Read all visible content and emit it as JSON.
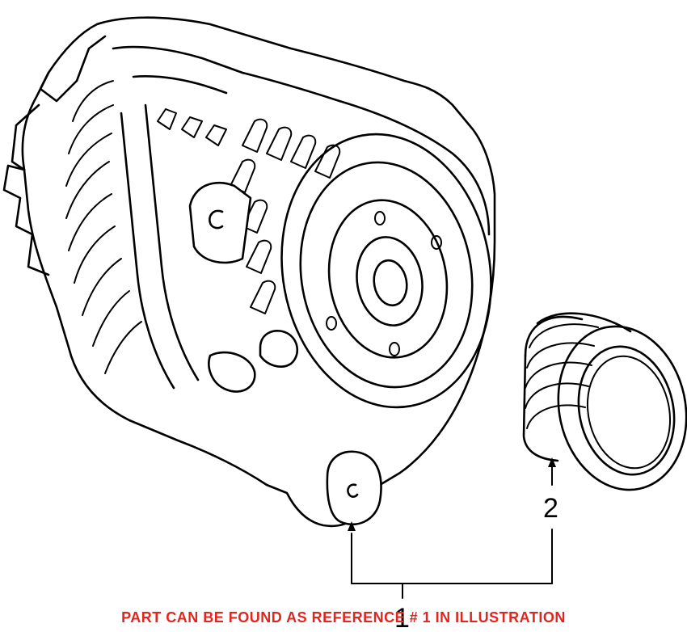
{
  "diagram": {
    "callouts": [
      {
        "id": "1",
        "label": "1"
      },
      {
        "id": "2",
        "label": "2"
      }
    ]
  },
  "footer": {
    "note": "PART CAN BE FOUND AS REFERENCE # 1 IN ILLUSTRATION",
    "color": "#e0261f"
  }
}
